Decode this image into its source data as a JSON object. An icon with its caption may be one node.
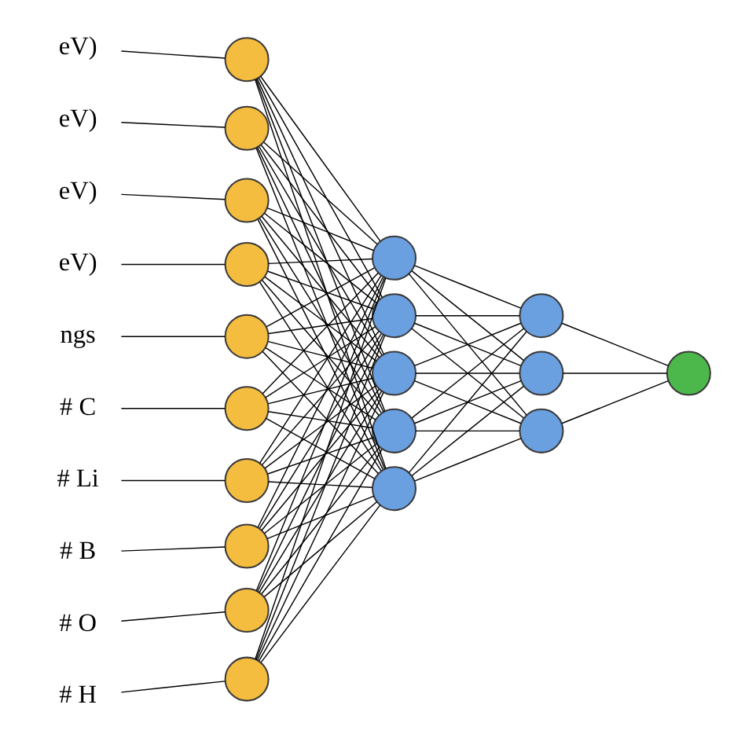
{
  "diagram": {
    "nodes": [
      {
        "text": [
          "eV)"
        ]
      },
      {
        "text": [
          "eV)"
        ]
      },
      {
        "text": [
          "eV)"
        ]
      },
      {
        "text": [
          "eV)"
        ]
      },
      {
        "text": [
          "ngs"
        ]
      },
      {
        "text": [
          "# C"
        ]
      },
      {
        "text": [
          "# Li"
        ]
      },
      {
        "text": [
          "# B"
        ]
      },
      {
        "text": [
          "# O"
        ]
      },
      {
        "text": [
          "# H"
        ]
      },
      {
        "text": [],
        "shape": "circle"
      },
      {
        "text": [],
        "shape": "circle"
      },
      {
        "text": [],
        "shape": "circle"
      },
      {
        "text": [],
        "shape": "circle"
      },
      {
        "text": [],
        "shape": "circle"
      },
      {
        "text": [],
        "shape": "circle"
      },
      {
        "text": [],
        "shape": "circle"
      },
      {
        "text": [],
        "shape": "circle"
      },
      {
        "text": [],
        "shape": "circle"
      },
      {
        "text": [],
        "shape": "circle"
      },
      {
        "text": [],
        "shape": "circle"
      },
      {
        "text": [],
        "shape": "circle"
      },
      {
        "text": [],
        "shape": "circle"
      },
      {
        "text": [],
        "shape": "circle"
      },
      {
        "text": [],
        "shape": "circle"
      },
      {
        "text": [],
        "shape": "circle"
      },
      {
        "text": [],
        "shape": "circle"
      },
      {
        "text": [],
        "shape": "circle"
      },
      {
        "text": [],
        "shape": "circle"
      }
    ],
    "edges": [
      {
        "from": 0,
        "to": 10,
        "arrow": "none"
      },
      {
        "from": 1,
        "to": 11,
        "arrow": "none"
      },
      {
        "from": 2,
        "to": 12,
        "arrow": "none"
      },
      {
        "from": 3,
        "to": 13,
        "arrow": "none"
      },
      {
        "from": 4,
        "to": 14,
        "arrow": "none"
      },
      {
        "from": 5,
        "to": 15,
        "arrow": "none"
      },
      {
        "from": 6,
        "to": 16,
        "arrow": "none"
      },
      {
        "from": 7,
        "to": 17,
        "arrow": "none"
      },
      {
        "from": 8,
        "to": 18,
        "arrow": "none"
      },
      {
        "from": 9,
        "to": 19,
        "arrow": "none"
      },
      {
        "from": 10,
        "to": 20,
        "arrow": "none"
      },
      {
        "from": 10,
        "to": 21,
        "arrow": "none"
      },
      {
        "from": 10,
        "to": 22,
        "arrow": "none"
      },
      {
        "from": 10,
        "to": 23,
        "arrow": "none"
      },
      {
        "from": 10,
        "to": 24,
        "arrow": "none"
      },
      {
        "from": 11,
        "to": 20,
        "arrow": "none"
      },
      {
        "from": 11,
        "to": 21,
        "arrow": "none"
      },
      {
        "from": 11,
        "to": 22,
        "arrow": "none"
      },
      {
        "from": 11,
        "to": 23,
        "arrow": "none"
      },
      {
        "from": 11,
        "to": 24,
        "arrow": "none"
      },
      {
        "from": 12,
        "to": 20,
        "arrow": "none"
      },
      {
        "from": 12,
        "to": 21,
        "arrow": "none"
      },
      {
        "from": 12,
        "to": 22,
        "arrow": "none"
      },
      {
        "from": 12,
        "to": 23,
        "arrow": "none"
      },
      {
        "from": 12,
        "to": 24,
        "arrow": "none"
      },
      {
        "from": 13,
        "to": 20,
        "arrow": "none"
      },
      {
        "from": 13,
        "to": 21,
        "arrow": "none"
      },
      {
        "from": 13,
        "to": 22,
        "arrow": "none"
      },
      {
        "from": 13,
        "to": 23,
        "arrow": "none"
      },
      {
        "from": 13,
        "to": 24,
        "arrow": "none"
      },
      {
        "from": 14,
        "to": 20,
        "arrow": "none"
      },
      {
        "from": 14,
        "to": 21,
        "arrow": "none"
      },
      {
        "from": 14,
        "to": 22,
        "arrow": "none"
      },
      {
        "from": 14,
        "to": 23,
        "arrow": "none"
      },
      {
        "from": 14,
        "to": 24,
        "arrow": "none"
      },
      {
        "from": 15,
        "to": 20,
        "arrow": "none"
      },
      {
        "from": 15,
        "to": 21,
        "arrow": "none"
      },
      {
        "from": 15,
        "to": 22,
        "arrow": "none"
      },
      {
        "from": 15,
        "to": 23,
        "arrow": "none"
      },
      {
        "from": 15,
        "to": 24,
        "arrow": "none"
      },
      {
        "from": 16,
        "to": 20,
        "arrow": "none"
      },
      {
        "from": 16,
        "to": 21,
        "arrow": "none"
      },
      {
        "from": 16,
        "to": 22,
        "arrow": "none"
      },
      {
        "from": 16,
        "to": 23,
        "arrow": "none"
      },
      {
        "from": 16,
        "to": 24,
        "arrow": "none"
      },
      {
        "from": 17,
        "to": 20,
        "arrow": "none"
      },
      {
        "from": 17,
        "to": 21,
        "arrow": "none"
      },
      {
        "from": 17,
        "to": 22,
        "arrow": "none"
      },
      {
        "from": 17,
        "to": 23,
        "arrow": "none"
      },
      {
        "from": 17,
        "to": 24,
        "arrow": "none"
      },
      {
        "from": 18,
        "to": 20,
        "arrow": "none"
      },
      {
        "from": 18,
        "to": 21,
        "arrow": "none"
      },
      {
        "from": 18,
        "to": 22,
        "arrow": "none"
      },
      {
        "from": 18,
        "to": 23,
        "arrow": "none"
      },
      {
        "from": 18,
        "to": 24,
        "arrow": "none"
      },
      {
        "from": 19,
        "to": 20,
        "arrow": "none"
      },
      {
        "from": 19,
        "to": 21,
        "arrow": "none"
      },
      {
        "from": 19,
        "to": 22,
        "arrow": "none"
      },
      {
        "from": 19,
        "to": 23,
        "arrow": "none"
      },
      {
        "from": 19,
        "to": 24,
        "arrow": "none"
      },
      {
        "from": 20,
        "to": 25,
        "arrow": "none"
      },
      {
        "from": 20,
        "to": 26,
        "arrow": "none"
      },
      {
        "from": 20,
        "to": 27,
        "arrow": "none"
      },
      {
        "from": 21,
        "to": 25,
        "arrow": "none"
      },
      {
        "from": 21,
        "to": 26,
        "arrow": "none"
      },
      {
        "from": 21,
        "to": 27,
        "arrow": "none"
      },
      {
        "from": 22,
        "to": 25,
        "arrow": "none"
      },
      {
        "from": 22,
        "to": 26,
        "arrow": "none"
      },
      {
        "from": 22,
        "to": 27,
        "arrow": "none"
      },
      {
        "from": 23,
        "to": 25,
        "arrow": "none"
      },
      {
        "from": 23,
        "to": 26,
        "arrow": "none"
      },
      {
        "from": 23,
        "to": 27,
        "arrow": "none"
      },
      {
        "from": 24,
        "to": 25,
        "arrow": "none"
      },
      {
        "from": 24,
        "to": 26,
        "arrow": "none"
      },
      {
        "from": 24,
        "to": 27,
        "arrow": "none"
      },
      {
        "from": 25,
        "to": 28,
        "arrow": "none"
      },
      {
        "from": 26,
        "to": 28,
        "arrow": "none"
      },
      {
        "from": 27,
        "to": 28,
        "arrow": "none"
      }
    ]
  }
}
